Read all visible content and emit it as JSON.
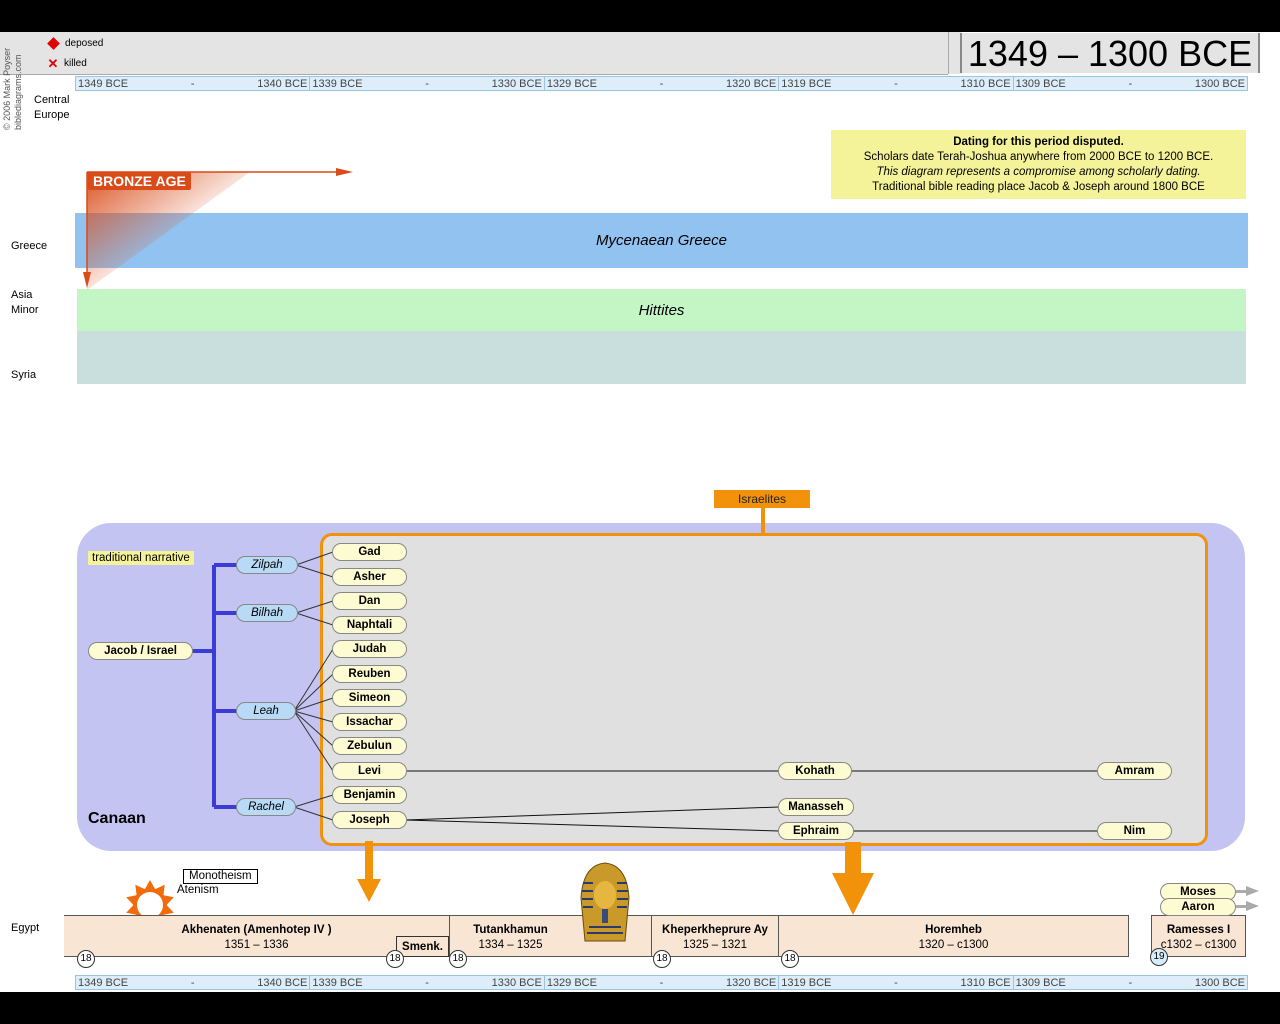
{
  "header": {
    "period_title": "1349 – 1300 BCE",
    "copyright": "© 2006 Mark Poyser",
    "site": "biblediagrams.com",
    "legend": [
      {
        "icon": "red-diamond-icon",
        "label": "deposed",
        "color": "#e00000"
      },
      {
        "icon": "red-x-icon",
        "label": "killed",
        "color": "#e00000"
      }
    ]
  },
  "scale": {
    "segments": [
      {
        "start": "1349 BCE",
        "mid": "-",
        "end": "1340 BCE"
      },
      {
        "start": "1339 BCE",
        "mid": "-",
        "end": "1330 BCE"
      },
      {
        "start": "1329 BCE",
        "mid": "-",
        "end": "1320 BCE"
      },
      {
        "start": "1319 BCE",
        "mid": "-",
        "end": "1310 BCE"
      },
      {
        "start": "1309 BCE",
        "mid": "-",
        "end": "1300 BCE"
      }
    ]
  },
  "regions": {
    "central_europe": [
      "Central",
      "Europe"
    ],
    "greece": "Greece",
    "asia_minor": [
      "Asia",
      "Minor"
    ],
    "syria": "Syria",
    "egypt": "Egypt"
  },
  "note": {
    "line1": "Dating for this period disputed.",
    "line2": "Scholars date Terah-Joshua anywhere from 2000 BCE to 1200 BCE.",
    "line3": "This diagram represents a compromise among scholarly dating.",
    "line4": "Traditional bible reading place Jacob & Joseph around 1800 BCE"
  },
  "eras": {
    "bronze_age": "BRONZE AGE",
    "mycenaean": "Mycenaean Greece",
    "hittites": "Hittites"
  },
  "colors": {
    "greece_band": "#92c2f0",
    "hittites_band": "#c4f5c4",
    "syria_band": "#c9dfdd",
    "canaan_bg": "#c4c4f2",
    "israelites_border": "#f2910a",
    "bronze_age": "#d94b19"
  },
  "canaan": {
    "label": "Canaan",
    "tag": "traditional narrative",
    "group_label": "Israelites",
    "patriarch": "Jacob / Israel",
    "mothers": [
      "Zilpah",
      "Bilhah",
      "Leah",
      "Rachel"
    ],
    "sons": [
      "Gad",
      "Asher",
      "Dan",
      "Naphtali",
      "Judah",
      "Reuben",
      "Simeon",
      "Issachar",
      "Zebulun",
      "Levi",
      "Benjamin",
      "Joseph"
    ],
    "descendants": [
      "Kohath",
      "Amram",
      "Manasseh",
      "Ephraim",
      "Nim"
    ]
  },
  "egypt": {
    "monotheism": "Monotheism",
    "atenism": "Atenism",
    "pharaohs": [
      {
        "name": "Akhenaten (Amenhotep IV )",
        "dates": "1351 – 1336",
        "dynasty": "18"
      },
      {
        "name": "Smenk.",
        "dates": "",
        "dynasty": "18"
      },
      {
        "name": "Tutankhamun",
        "dates": "1334 – 1325",
        "dynasty": "18"
      },
      {
        "name": "Kheperkheprure Ay",
        "dates": "1325 – 1321",
        "dynasty": "18"
      },
      {
        "name": "Horemheb",
        "dates": "1320 – c1300",
        "dynasty": "18"
      },
      {
        "name": "Ramesses I",
        "dates": "c1302 – c1300",
        "dynasty": "19"
      }
    ],
    "leaders": [
      "Moses",
      "Aaron"
    ]
  }
}
